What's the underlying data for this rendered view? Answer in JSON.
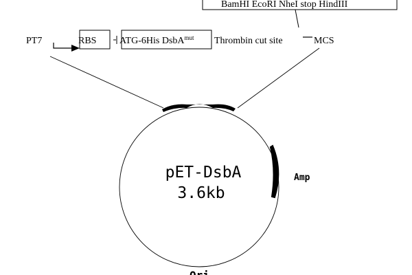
{
  "restriction_sites": "BamHI EcoRI NheI stop HindIII",
  "construct": {
    "promoter": "PT7",
    "rbs": "RBS",
    "insert_prefix": "ATG-6His DsbA",
    "insert_superscript": "mut",
    "thrombin": "Thrombin cut site",
    "mcs": "MCS"
  },
  "plasmid": {
    "name": "pET-DsbA",
    "size": "3.6kb",
    "amp": "Amp",
    "ori": "Ori"
  }
}
